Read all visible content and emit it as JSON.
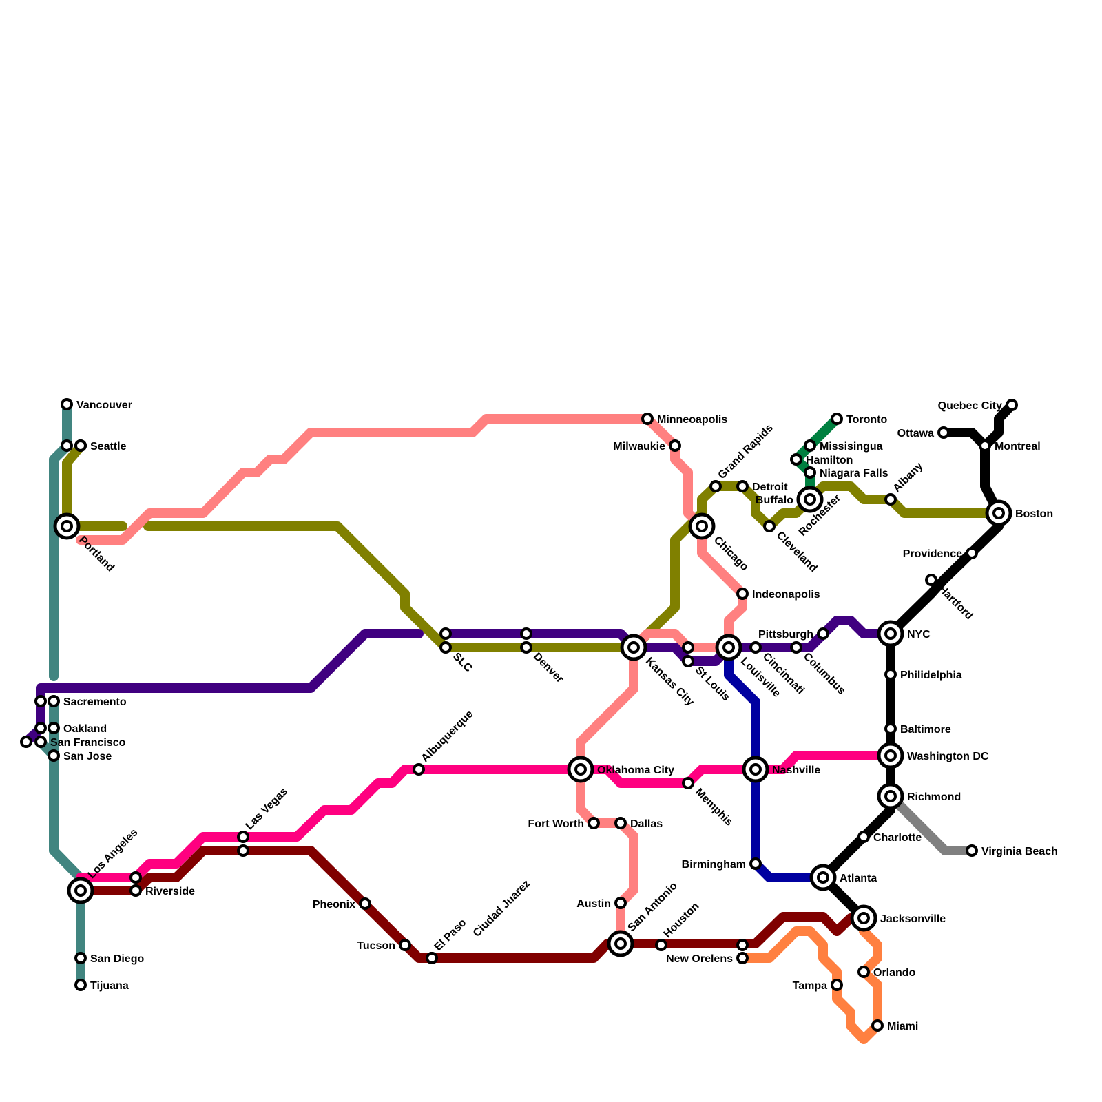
{
  "map": {
    "line_colors": {
      "teal": "#418580",
      "olive": "#808000",
      "salmon": "#FF8080",
      "purple": "#400080",
      "pink": "#FF0080",
      "maroon": "#800000",
      "blue": "#0000A0",
      "black": "#000000",
      "gray": "#808080",
      "orange": "#FF8040",
      "green": "#008040"
    },
    "stations": [
      "Vancouver",
      "Seattle",
      "Portland",
      "Sacremento",
      "Oakland",
      "San Francisco",
      "San Jose",
      "Los Angeles",
      "Riverside",
      "San Diego",
      "Tijuana",
      "Las Vegas",
      "Pheonix",
      "Tucson",
      "El Paso",
      "Ciudad Juarez",
      "Albuquerque",
      "SLC",
      "Denver",
      "Minneoapolis",
      "Milwaukie",
      "Kansas City",
      "St Louis",
      "Chicago",
      "Grand Rapids",
      "Detroit",
      "Cleveland",
      "Indeonapolis",
      "Louisville",
      "Cincinnati",
      "Columbus",
      "Pittsburgh",
      "Toronto",
      "Missisingua",
      "Hamilton",
      "Niagara Falls",
      "Buffalo",
      "Rochester",
      "Albany",
      "Quebec City",
      "Ottawa",
      "Montreal",
      "Boston",
      "Providence",
      "Hartford",
      "NYC",
      "Philidelphia",
      "Baltimore",
      "Washington DC",
      "Richmond",
      "Virginia Beach",
      "Charlotte",
      "Atlanta",
      "Jacksonville",
      "Orlando",
      "Tampa",
      "Miami",
      "Birmingham",
      "Nashville",
      "Memphis",
      "Oklahoma City",
      "Fort Worth",
      "Dallas",
      "Austin",
      "San Antonio",
      "Houston",
      "New Orelens"
    ]
  }
}
